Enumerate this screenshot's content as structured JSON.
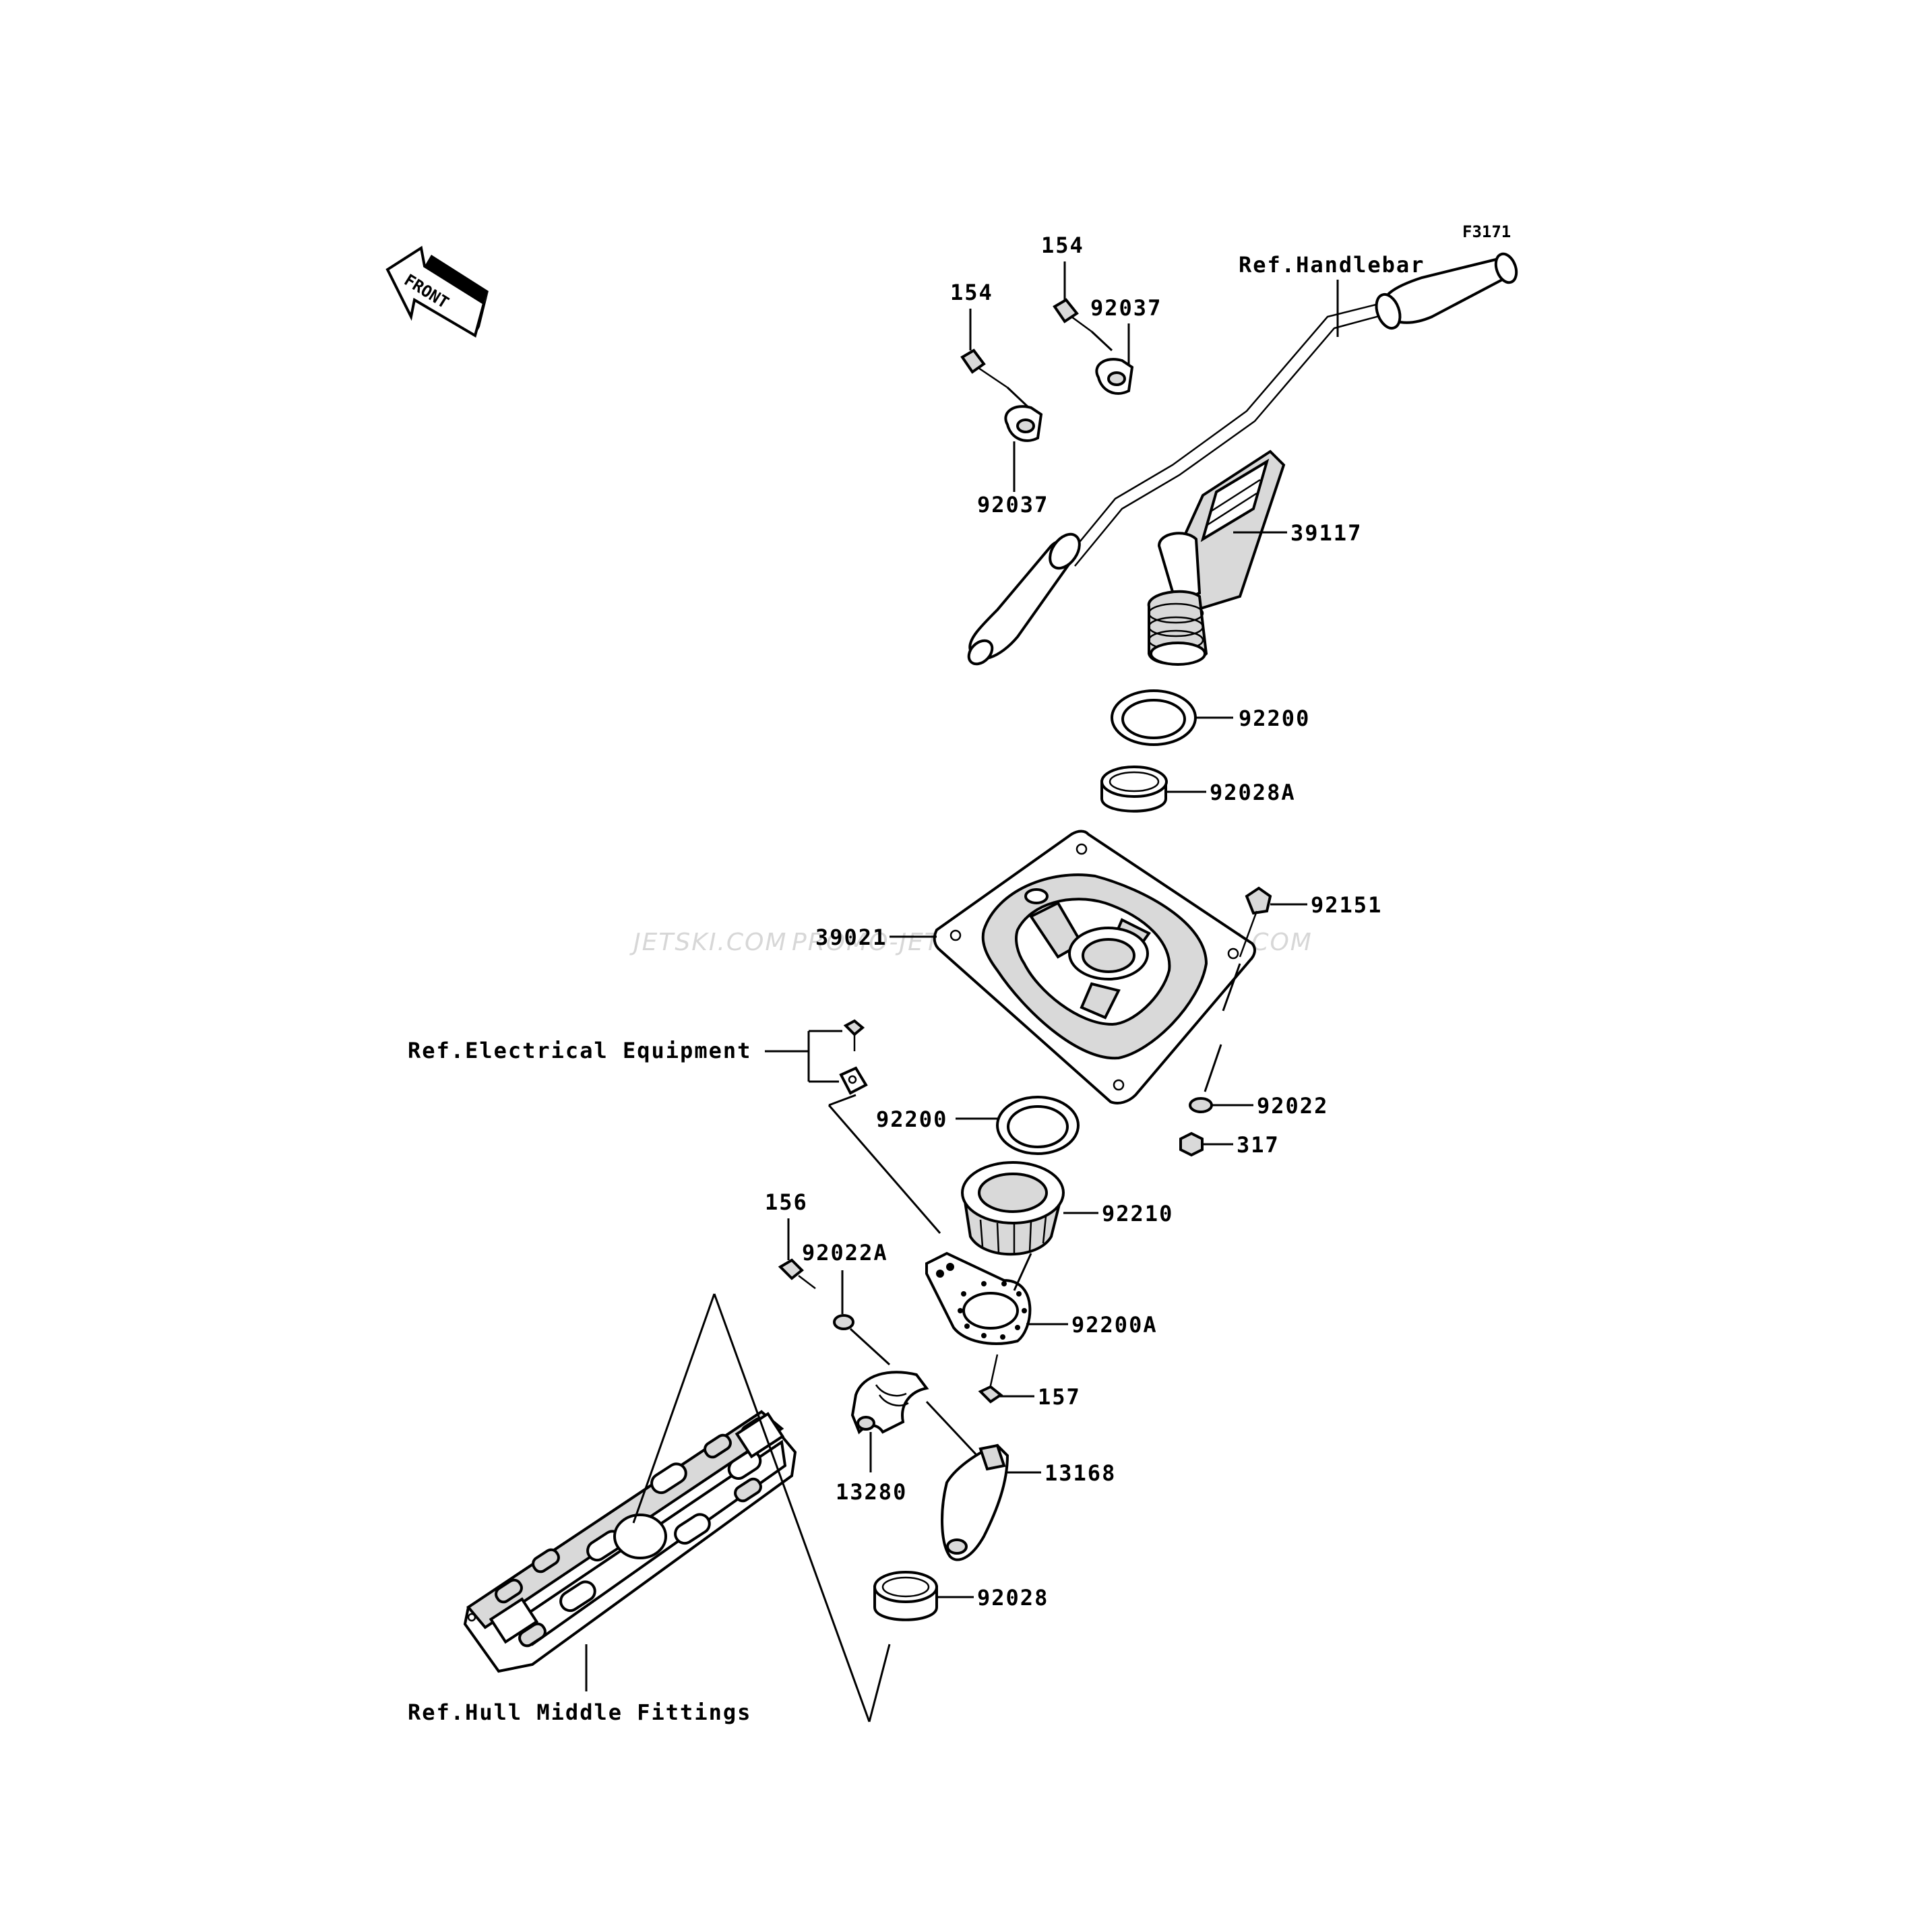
{
  "diagram_code": "F3171",
  "front_label": "FRONT",
  "refs": {
    "handlebar": "Ref.Handlebar",
    "electrical": "Ref.Electrical Equipment",
    "hull": "Ref.Hull Middle Fittings"
  },
  "parts": {
    "p154a": "154",
    "p154b": "154",
    "p92037a": "92037",
    "p92037b": "92037",
    "p39117": "39117",
    "p92200a": "92200",
    "p92028A": "92028A",
    "p92151": "92151",
    "p39021": "39021",
    "p92022": "92022",
    "p92200b": "92200",
    "p317": "317",
    "p92210": "92210",
    "p156": "156",
    "p92022A": "92022A",
    "p92200A": "92200A",
    "p157": "157",
    "p13168": "13168",
    "p13280": "13280",
    "p92028": "92028"
  },
  "watermarks": [
    "JETSKI.COM",
    "PROMO-JETSKI.COM",
    "PROMO-JETSKI.COM"
  ]
}
